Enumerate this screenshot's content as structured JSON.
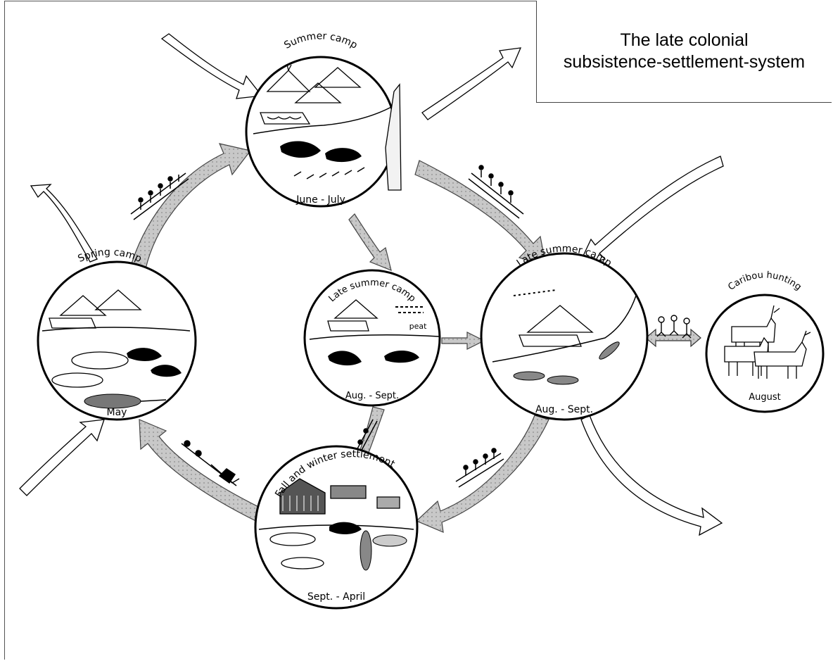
{
  "title": {
    "line1": "The late colonial",
    "line2": "subsistence-settlement-system"
  },
  "camps": {
    "summer": {
      "name": "Summer camp",
      "months": "June - July"
    },
    "spring": {
      "name": "Spring camp",
      "months": "May"
    },
    "late_summer_inner": {
      "name": "Late summer camp",
      "months": "Aug. - Sept.",
      "note": "peat"
    },
    "late_summer_outer": {
      "name": "Late summer camp",
      "months": "Aug. - Sept."
    },
    "caribou": {
      "name": "Caribou hunting",
      "months": "August"
    },
    "winter": {
      "name": "Fall and winter settlement",
      "months": "Sept. - April"
    }
  },
  "colors": {
    "ring_arrow": "#bdbdbd",
    "ink": "#000000",
    "background": "#ffffff"
  },
  "icons": [
    "tent-icon",
    "seal-icon",
    "fish-icon",
    "whale-icon",
    "narwhal-icon",
    "caribou-icon",
    "umiak-boat-icon",
    "dog-sled-icon",
    "house-icon",
    "hiker-icon"
  ]
}
